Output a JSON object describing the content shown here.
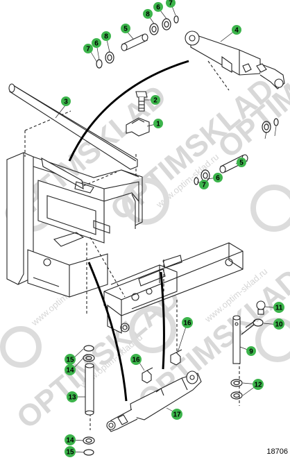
{
  "diagram": {
    "reference_number": "18706",
    "callout_color": "#3cb44b",
    "watermark": {
      "brand_lines": [
        "OPTIMSKLAD",
        "OPTIMSKLAD",
        "OPTIMSKLAD",
        "OPTIMSKLAD",
        "OPTIMSKLAD"
      ],
      "url_lines": [
        "www.optim-sklad.ru",
        "www.optim-sklad.ru",
        "www.optim-sklad.ru",
        "www.optim-sklad.ru"
      ]
    },
    "callouts": [
      "1",
      "2",
      "3",
      "4",
      "5",
      "6",
      "7",
      "8",
      "6",
      "7",
      "5",
      "6",
      "7",
      "8",
      "9",
      "10",
      "11",
      "12",
      "13",
      "14",
      "15",
      "16",
      "16",
      "17",
      "14",
      "15"
    ]
  }
}
